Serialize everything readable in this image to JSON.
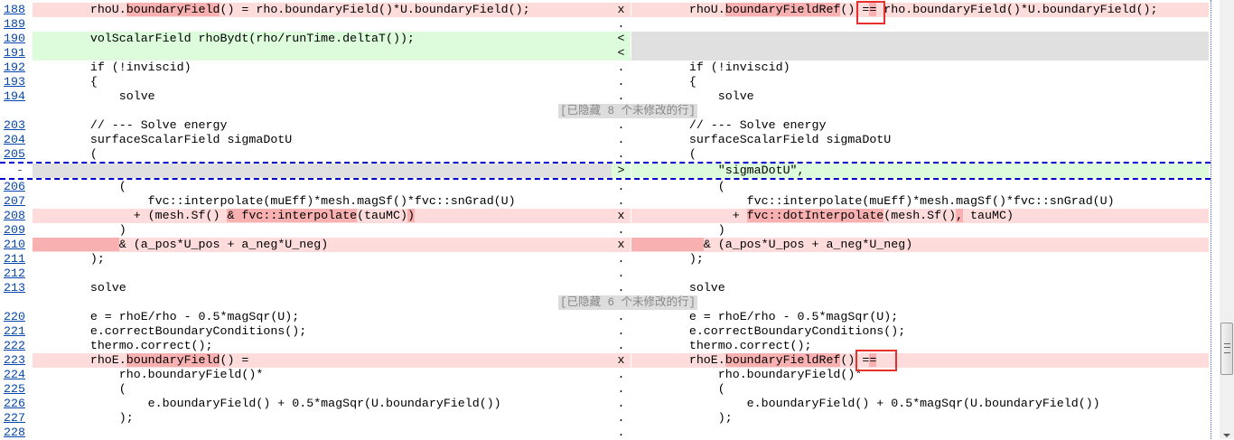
{
  "colors": {
    "changed": "#ffdcdc",
    "highlight": "#f9b0b0",
    "added": "#dcfcdc",
    "missing": "#e0e0e0",
    "annotation": "#e8302c",
    "focus": "#0000cc"
  },
  "rows": [
    {
      "type": "changed",
      "num": "188",
      "marker": "x",
      "left": [
        [
          "        rhoU.",
          0
        ],
        [
          "boundaryField",
          1
        ],
        [
          "() = rho.boundaryField()*U.boundaryField();",
          0
        ]
      ],
      "right": [
        [
          "        rhoU.",
          0
        ],
        [
          "boundaryFieldRef",
          1
        ],
        [
          "() =",
          0
        ],
        [
          "=",
          1
        ],
        [
          " rho.boundaryField()*U.boundaryField();",
          0
        ]
      ]
    },
    {
      "type": "same",
      "num": "189",
      "marker": ".",
      "code": ""
    },
    {
      "type": "added-left",
      "num": "190",
      "marker": "<",
      "left": [
        [
          "        volScalarField rhoBydt(rho/runTime.deltaT());",
          0
        ]
      ],
      "right": []
    },
    {
      "type": "added-left",
      "num": "191",
      "marker": "<",
      "left": [],
      "right": []
    },
    {
      "type": "same",
      "num": "192",
      "marker": ".",
      "code": "        if (!inviscid)"
    },
    {
      "type": "same",
      "num": "193",
      "marker": ".",
      "code": "        {"
    },
    {
      "type": "same",
      "num": "194",
      "marker": ".",
      "code": "            solve"
    },
    {
      "type": "hidden",
      "label": "[已隐藏 8 个未修改的行]"
    },
    {
      "type": "same",
      "num": "203",
      "marker": ".",
      "code": "        // --- Solve energy"
    },
    {
      "type": "same",
      "num": "204",
      "marker": ".",
      "code": "        surfaceScalarField sigmaDotU"
    },
    {
      "type": "same",
      "num": "205",
      "marker": ".",
      "code": "        ("
    },
    {
      "type": "added-right",
      "num": "-",
      "marker": ">",
      "left": [],
      "right": [
        [
          "            \"sigmaDotU\",",
          0
        ]
      ]
    },
    {
      "type": "same",
      "num": "206",
      "marker": ".",
      "code": "            ("
    },
    {
      "type": "same",
      "num": "207",
      "marker": ".",
      "code": "                fvc::interpolate(muEff)*mesh.magSf()*fvc::snGrad(U)"
    },
    {
      "type": "changed",
      "num": "208",
      "marker": "x",
      "left": [
        [
          "              + (mesh.Sf() ",
          0
        ],
        [
          "& fvc::interpolate",
          1
        ],
        [
          "(tauMC)",
          0
        ],
        [
          ")",
          1
        ]
      ],
      "right": [
        [
          "              + ",
          0
        ],
        [
          "fvc::dotInterpolate",
          1
        ],
        [
          "(mesh.Sf()",
          0
        ],
        [
          ",",
          1
        ],
        [
          " tauMC)",
          0
        ]
      ]
    },
    {
      "type": "same",
      "num": "209",
      "marker": ".",
      "code": "            )"
    },
    {
      "type": "changed",
      "num": "210",
      "marker": "x",
      "left": [
        [
          "            ",
          1
        ],
        [
          "& (a_pos*U_pos + a_neg*U_neg)",
          0
        ]
      ],
      "right": [
        [
          "          ",
          1
        ],
        [
          "& (a_pos*U_pos + a_neg*U_neg)",
          0
        ]
      ]
    },
    {
      "type": "same",
      "num": "211",
      "marker": ".",
      "code": "        );"
    },
    {
      "type": "same",
      "num": "212",
      "marker": ".",
      "code": ""
    },
    {
      "type": "same",
      "num": "213",
      "marker": ".",
      "code": "        solve"
    },
    {
      "type": "hidden",
      "label": "[已隐藏 6 个未修改的行]"
    },
    {
      "type": "same",
      "num": "220",
      "marker": ".",
      "code": "        e = rhoE/rho - 0.5*magSqr(U);"
    },
    {
      "type": "same",
      "num": "221",
      "marker": ".",
      "code": "        e.correctBoundaryConditions();"
    },
    {
      "type": "same",
      "num": "222",
      "marker": ".",
      "code": "        thermo.correct();"
    },
    {
      "type": "changed",
      "num": "223",
      "marker": "x",
      "left": [
        [
          "        rhoE.",
          0
        ],
        [
          "boundaryField",
          1
        ],
        [
          "() =",
          0
        ]
      ],
      "right": [
        [
          "        rhoE.",
          0
        ],
        [
          "boundaryFieldRef",
          1
        ],
        [
          "() =",
          0
        ],
        [
          "=",
          1
        ]
      ]
    },
    {
      "type": "same",
      "num": "224",
      "marker": ".",
      "code": "            rho.boundaryField()*"
    },
    {
      "type": "same",
      "num": "225",
      "marker": ".",
      "code": "            ("
    },
    {
      "type": "same",
      "num": "226",
      "marker": ".",
      "code": "                e.boundaryField() + 0.5*magSqr(U.boundaryField())"
    },
    {
      "type": "same",
      "num": "227",
      "marker": ".",
      "code": "            );"
    },
    {
      "type": "same",
      "num": "228",
      "marker": ".",
      "code": ""
    }
  ]
}
